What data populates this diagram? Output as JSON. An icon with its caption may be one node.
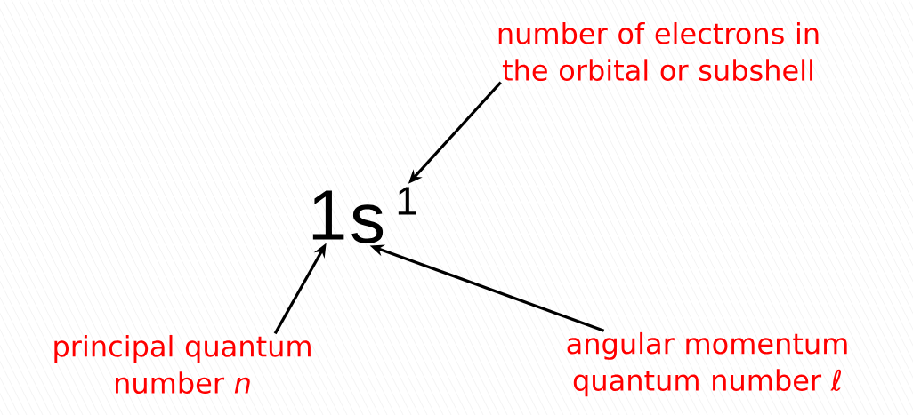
{
  "diagram": {
    "nodes": [
      {
        "text": [
          "1"
        ]
      },
      {
        "text": [
          "s"
        ]
      },
      {
        "text": [
          "1"
        ]
      },
      {
        "text": [
          "number of electrons in the orbital or subshell"
        ]
      },
      {
        "text": [
          "principal quantum number *n*"
        ]
      },
      {
        "text": [
          "angular momentum quantum number ℓ"
        ]
      }
    ],
    "edges": [
      {
        "from": 3,
        "to": 2,
        "arrow": "to"
      },
      {
        "from": 4,
        "to": 0,
        "arrow": "to"
      },
      {
        "from": 5,
        "to": 1,
        "arrow": "to"
      }
    ]
  }
}
